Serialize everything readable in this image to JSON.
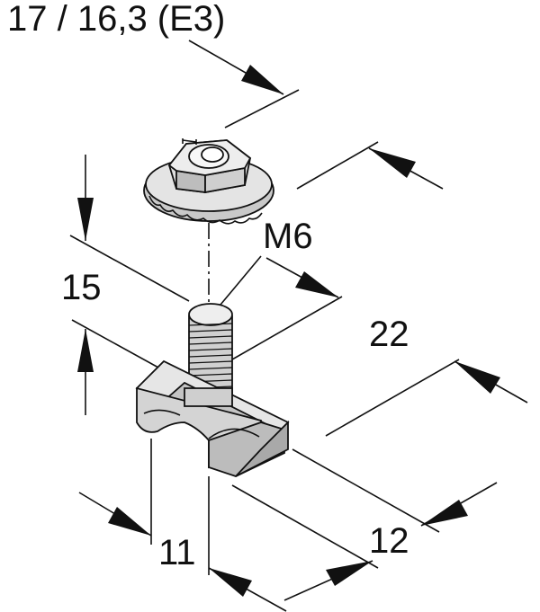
{
  "labels": {
    "hex_size": "17 / 16,3 (E3)",
    "thread": "M6",
    "height": "15",
    "length": "22",
    "width_bottom": "11",
    "width_side": "12"
  },
  "colors": {
    "ink": "#111111",
    "metal": "#d9d9d9",
    "metal_dark": "#a8a8a8",
    "metal_light": "#f2f2f2"
  }
}
